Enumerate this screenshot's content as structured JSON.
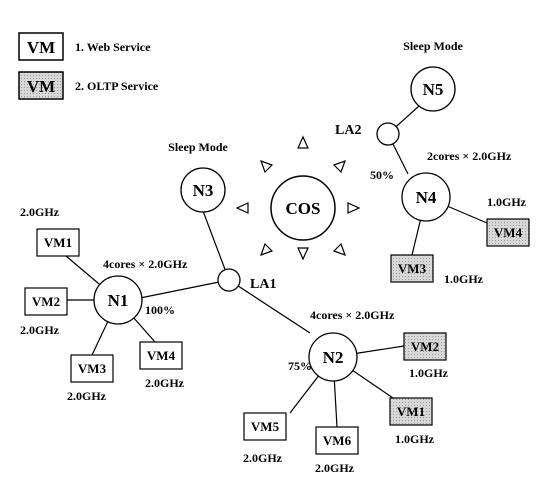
{
  "legend": [
    {
      "box": "VM",
      "label": "1. Web Service",
      "shaded": false
    },
    {
      "box": "VM",
      "label": "2. OLTP Service",
      "shaded": true
    }
  ],
  "colors": {
    "line": "#000000",
    "oltp_fill": "#d4d4d4",
    "web_fill": "#ffffff"
  },
  "cos": {
    "label": "COS"
  },
  "nodes": {
    "n1": {
      "label": "N1",
      "spec": "4cores × 2.0GHz",
      "load": "100%"
    },
    "n2": {
      "label": "N2",
      "spec": "4cores × 2.0GHz",
      "load": "75%"
    },
    "n3": {
      "label": "N3",
      "mode": "Sleep Mode"
    },
    "n4": {
      "label": "N4",
      "spec": "2cores × 2.0GHz",
      "load": "50%"
    },
    "n5": {
      "label": "N5",
      "mode": "Sleep Mode"
    },
    "la1": {
      "label": "LA1"
    },
    "la2": {
      "label": "LA2"
    }
  },
  "vms": {
    "n1_vm1": {
      "label": "VM1",
      "freq": "2.0GHz",
      "service": "web"
    },
    "n1_vm2": {
      "label": "VM2",
      "freq": "2.0GHz",
      "service": "web"
    },
    "n1_vm3": {
      "label": "VM3",
      "freq": "2.0GHz",
      "service": "web"
    },
    "n1_vm4": {
      "label": "VM4",
      "freq": "2.0GHz",
      "service": "web"
    },
    "n2_vm2": {
      "label": "VM2",
      "freq": "1.0GHz",
      "service": "oltp"
    },
    "n2_vm1": {
      "label": "VM1",
      "freq": "1.0GHz",
      "service": "oltp"
    },
    "n2_vm5": {
      "label": "VM5",
      "freq": "2.0GHz",
      "service": "web"
    },
    "n2_vm6": {
      "label": "VM6",
      "freq": "2.0GHz",
      "service": "web"
    },
    "n4_vm3": {
      "label": "VM3",
      "freq": "1.0GHz",
      "service": "oltp"
    },
    "n4_vm4": {
      "label": "VM4",
      "freq": "1.0GHz",
      "service": "oltp"
    }
  }
}
